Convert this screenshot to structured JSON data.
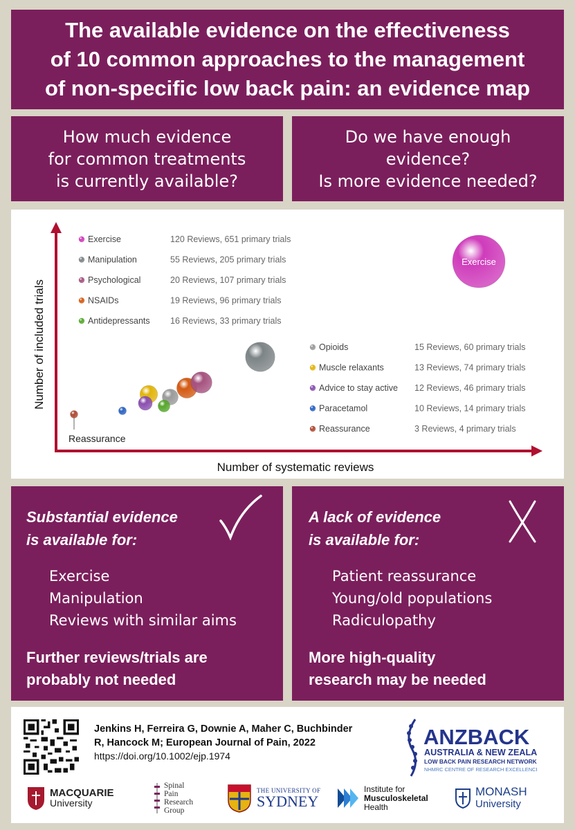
{
  "title": {
    "line1": "The available evidence on the effectiveness",
    "line2": "of 10 common approaches to the management",
    "line3": "of non-specific low back pain: an evidence map"
  },
  "question_left": {
    "line1": "How much evidence",
    "line2": "for common treatments",
    "line3": "is currently available?"
  },
  "question_right": {
    "line1": "Do we have enough",
    "line2": "evidence?",
    "line3": "Is more evidence needed?"
  },
  "chart_data": {
    "type": "scatter",
    "xlabel": "Number of systematic reviews",
    "ylabel": "Number of included trials",
    "series": [
      {
        "name": "Exercise",
        "stats": "120 Reviews, 651 primary trials",
        "reviews": 120,
        "trials": 651,
        "color": "#cf3cbb"
      },
      {
        "name": "Manipulation",
        "stats": "55 Reviews, 205 primary trials",
        "reviews": 55,
        "trials": 205,
        "color": "#7d8486"
      },
      {
        "name": "Psychological",
        "stats": "20 Reviews, 107 primary trials",
        "reviews": 20,
        "trials": 107,
        "color": "#a5527f"
      },
      {
        "name": "NSAIDs",
        "stats": "19 Reviews, 96 primary trials",
        "reviews": 19,
        "trials": 96,
        "color": "#d35a12"
      },
      {
        "name": "Antidepressants",
        "stats": "16 Reviews, 33 primary trials",
        "reviews": 16,
        "trials": 33,
        "color": "#55a82b"
      },
      {
        "name": "Opioids",
        "stats": "15 Reviews, 60 primary trials",
        "reviews": 15,
        "trials": 60,
        "color": "#9a9a9a"
      },
      {
        "name": "Muscle relaxants",
        "stats": "13 Reviews, 74 primary trials",
        "reviews": 13,
        "trials": 74,
        "color": "#e2b40a"
      },
      {
        "name": "Advice to stay active",
        "stats": "12 Reviews, 46 primary trials",
        "reviews": 12,
        "trials": 46,
        "color": "#8a4fb0"
      },
      {
        "name": "Paracetamol",
        "stats": "10 Reviews, 14 primary trials",
        "reviews": 10,
        "trials": 14,
        "color": "#2a62c4"
      },
      {
        "name": "Reassurance",
        "stats": "3 Reviews, 4 primary trials",
        "reviews": 3,
        "trials": 4,
        "color": "#b04a32"
      }
    ],
    "bubble_labels": {
      "exercise": "Exercise",
      "reassurance": "Reassurance"
    }
  },
  "evidence_left": {
    "head1": "Substantial evidence",
    "head2": "is available for:",
    "items": [
      "Exercise",
      "Manipulation",
      "Reviews with similar aims"
    ],
    "concl1": "Further reviews/trials are",
    "concl2": "probably not needed"
  },
  "evidence_right": {
    "head1": "A lack of evidence",
    "head2": "is available for:",
    "items": [
      "Patient reassurance",
      "Young/old populations",
      "Radiculopathy"
    ],
    "concl1": "More high-quality",
    "concl2": "research may be needed"
  },
  "footer": {
    "citation1": "Jenkins H, Ferreira G, Downie A, Maher C, Buchbinder",
    "citation2": "R, Hancock M; European Journal of Pain, 2022",
    "doi": "https://doi.org/10.1002/ejp.1974",
    "anzback": {
      "name": "ANZBACK",
      "sub1": "AUSTRALIA & NEW ZEALAND",
      "sub2": "LOW BACK PAIN RESEARCH NETWORK",
      "sub3": "NHMRC CENTRE OF RESEARCH EXCELLENCE"
    },
    "logos": {
      "macquarie1": "MACQUARIE",
      "macquarie2": "University",
      "spinal1": "Spinal",
      "spinal2": "Pain",
      "spinal3": "Research",
      "spinal4": "Group",
      "sydney1": "THE UNIVERSITY OF",
      "sydney2": "SYDNEY",
      "imh1": "Institute for",
      "imh2": "Musculoskeletal",
      "imh3": "Health",
      "monash1": "MONASH",
      "monash2": "University"
    },
    "colors": {
      "brand": "#7b1f5c",
      "anzback_blue": "#24358c"
    }
  }
}
